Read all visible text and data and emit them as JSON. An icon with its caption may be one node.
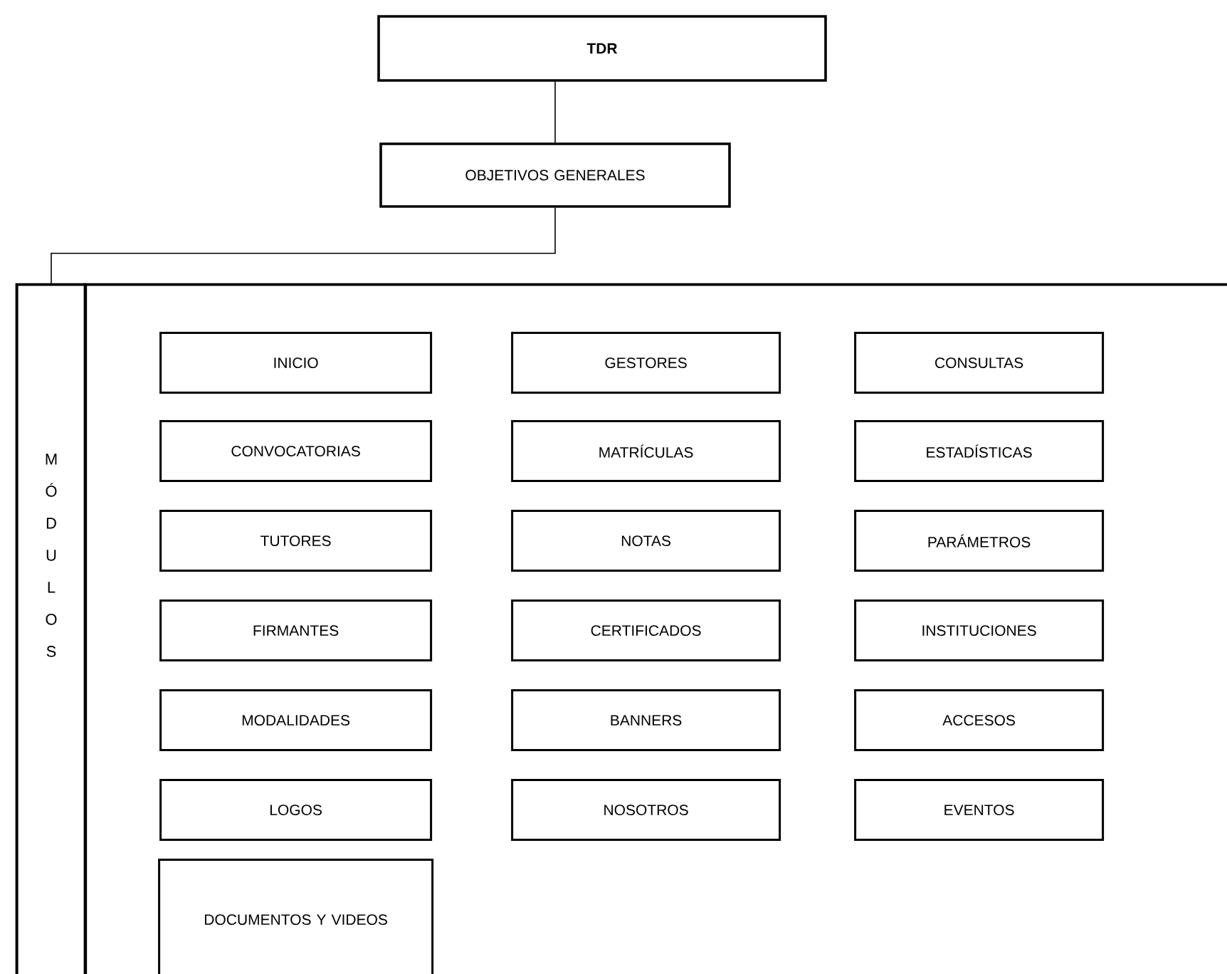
{
  "diagram": {
    "nodes": [
      {
        "text": [
          "TDR"
        ]
      },
      {
        "text": [
          "OBJETIVOS GENERALES"
        ]
      },
      {
        "text": [
          "M Ó D U L O S"
        ]
      },
      {
        "text": [],
        "shape": "box"
      },
      {
        "text": [
          "INICIO"
        ],
        "in": 3
      },
      {
        "text": [
          "GESTORES"
        ],
        "in": 3
      },
      {
        "text": [
          "CONSULTAS"
        ],
        "in": 3
      },
      {
        "text": [
          "CONVOCATORIAS"
        ],
        "in": 3
      },
      {
        "text": [
          "MATRÍCULAS"
        ],
        "in": 3
      },
      {
        "text": [
          "ESTADÍSTICAS"
        ],
        "in": 3
      },
      {
        "text": [
          "TUTORES"
        ],
        "in": 3
      },
      {
        "text": [
          "NOTAS"
        ],
        "in": 3
      },
      {
        "text": [
          "PARÁMETROS"
        ],
        "in": 3
      },
      {
        "text": [
          "FIRMANTES"
        ],
        "in": 3
      },
      {
        "text": [
          "CERTIFICADOS"
        ],
        "in": 3
      },
      {
        "text": [
          "INSTITUCIONES"
        ],
        "in": 3
      },
      {
        "text": [
          "MODALIDADES"
        ],
        "in": 3
      },
      {
        "text": [
          "BANNERS"
        ],
        "in": 3
      },
      {
        "text": [
          "ACCESOS"
        ],
        "in": 3
      },
      {
        "text": [
          "LOGOS"
        ],
        "in": 3
      },
      {
        "text": [
          "NOSOTROS"
        ],
        "in": 3
      },
      {
        "text": [
          "EVENTOS"
        ],
        "in": 3
      },
      {
        "text": [
          "DOCUMENTOS Y VIDEOS"
        ],
        "in": 3
      }
    ],
    "edges": [
      {
        "from": 0,
        "to": 1,
        "arrow": "none"
      },
      {
        "from": 1,
        "to": 2,
        "arrow": "none"
      }
    ]
  }
}
